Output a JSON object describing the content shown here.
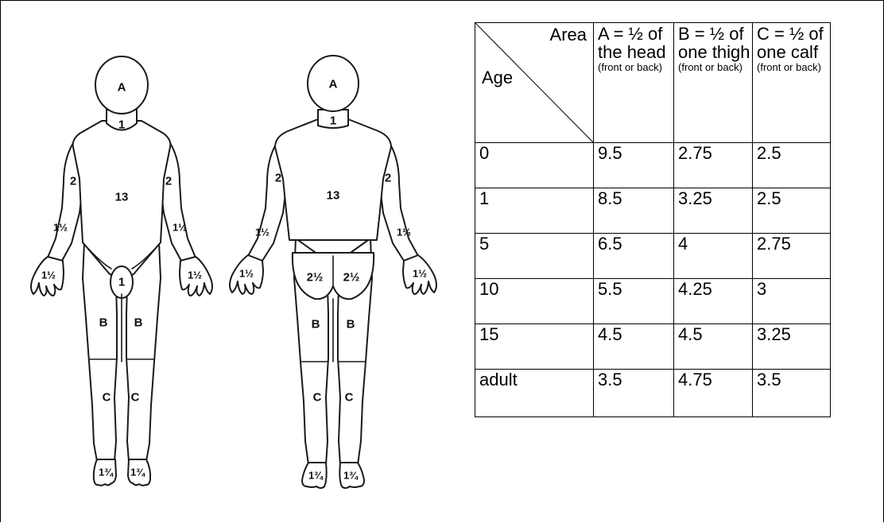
{
  "figure": {
    "front_labels": {
      "head": "A",
      "neck": "1",
      "trunk": "13",
      "upper_arm_left": "2",
      "upper_arm_right": "2",
      "forearm_left": "1½",
      "forearm_right": "1½",
      "hand_left": "1½",
      "hand_right": "1½",
      "genitals": "1",
      "thigh_left": "B",
      "thigh_right": "B",
      "calf_left": "C",
      "calf_right": "C",
      "foot_left": "1¾",
      "foot_right": "1¾"
    },
    "back_labels": {
      "head": "A",
      "neck": "1",
      "trunk": "13",
      "upper_arm_left": "2",
      "upper_arm_right": "2",
      "forearm_left": "1½",
      "forearm_right": "1½",
      "hand_left": "1½",
      "hand_right": "1½",
      "buttock_left": "2½",
      "buttock_right": "2½",
      "thigh_left": "B",
      "thigh_right": "B",
      "calf_left": "C",
      "calf_right": "C",
      "foot_left": "1¾",
      "foot_right": "1¾"
    }
  },
  "table": {
    "corner_area": "Area",
    "corner_age": "Age",
    "headers": [
      {
        "main": "A = ½ of the head",
        "sub": "(front or back)"
      },
      {
        "main": "B = ½ of one thigh",
        "sub": "(front or back)"
      },
      {
        "main": "C = ½ of one calf",
        "sub": "(front or back)"
      }
    ],
    "rows": [
      {
        "age": "0",
        "a": "9.5",
        "b": "2.75",
        "c": "2.5"
      },
      {
        "age": "1",
        "a": "8.5",
        "b": "3.25",
        "c": "2.5"
      },
      {
        "age": "5",
        "a": "6.5",
        "b": "4",
        "c": "2.75"
      },
      {
        "age": "10",
        "a": "5.5",
        "b": "4.25",
        "c": "3"
      },
      {
        "age": "15",
        "a": "4.5",
        "b": "4.5",
        "c": "3.25"
      },
      {
        "age": "adult",
        "a": "3.5",
        "b": "4.75",
        "c": "3.5"
      }
    ]
  }
}
